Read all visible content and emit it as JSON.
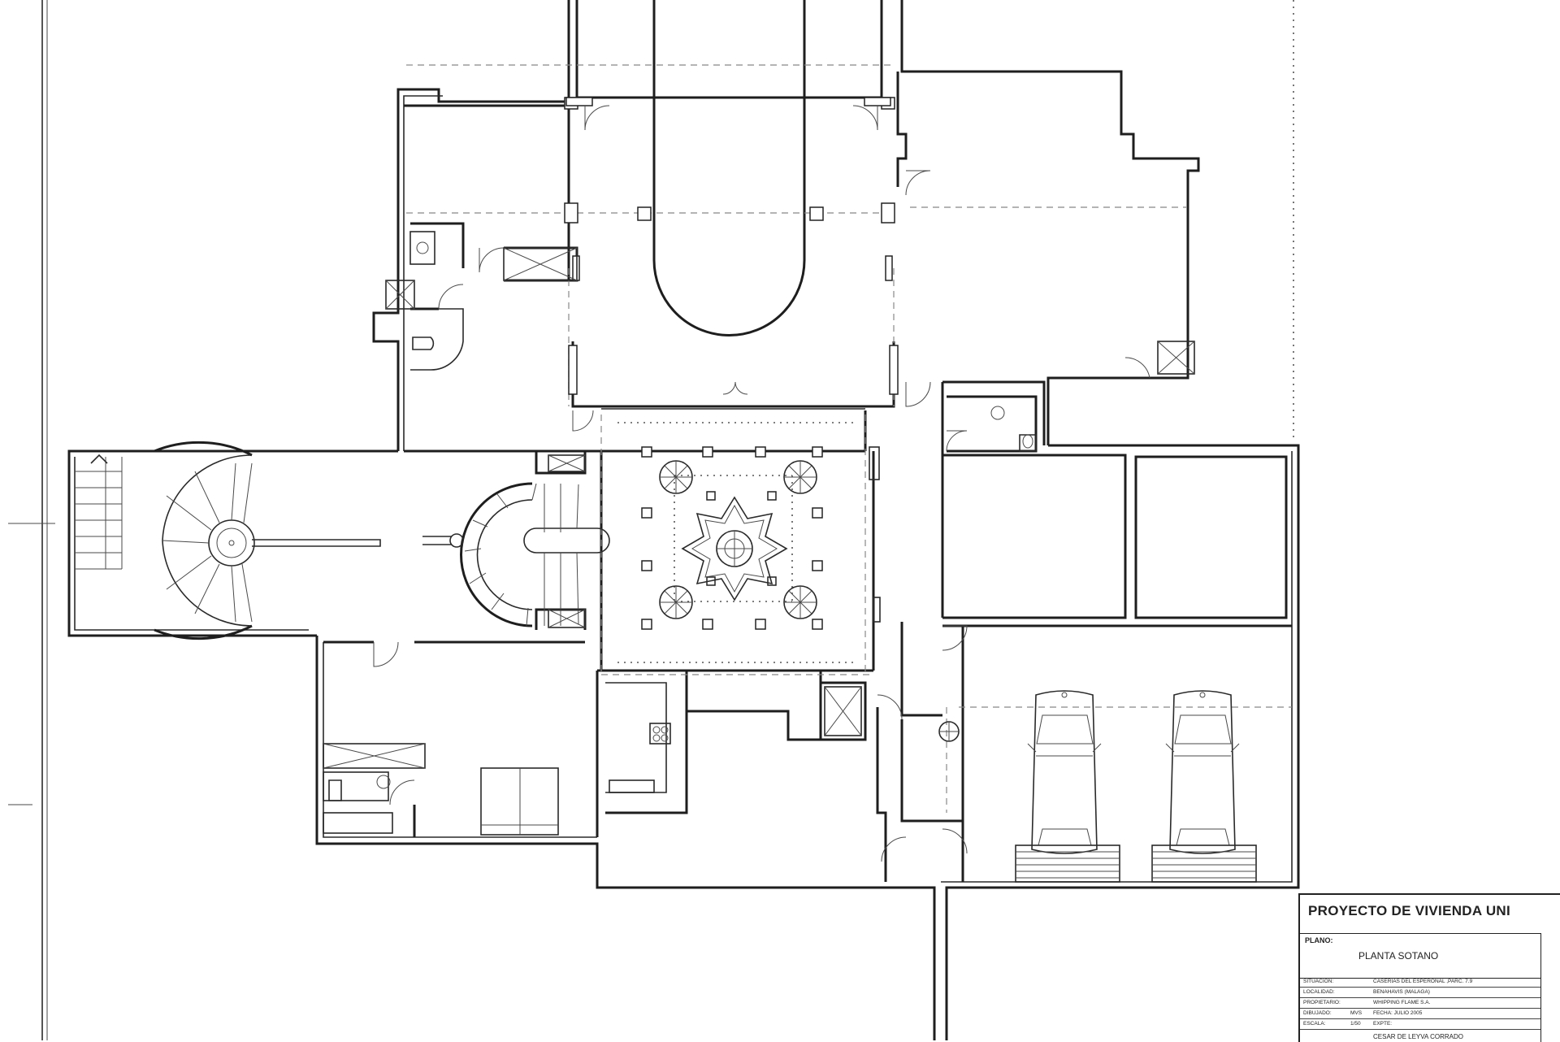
{
  "title_block": {
    "project": "PROYECTO DE VIVIENDA UNI",
    "plano_label": "PLANO:",
    "plano_value": "PLANTA SOTANO",
    "rows": [
      {
        "key": "SITUACION:",
        "mid": "",
        "value": "CASERIAS DEL ESPERONAL ,PARC. 7.9"
      },
      {
        "key": "LOCALIDAD:",
        "mid": "",
        "value": "BENAHAVIS (MALAGA)"
      },
      {
        "key": "PROPIETARIO:",
        "mid": "",
        "value": "WHIPPING FLAME S.A."
      },
      {
        "key": "DIBUJADO:",
        "mid": "MVS",
        "value": "FECHA: JULIO 2005"
      },
      {
        "key": "ESCALA:",
        "mid": "1/50",
        "value": "EXPTE:"
      }
    ],
    "bottom_text": "CESAR DE LEYVA CORRADO"
  },
  "plan": {
    "line_color": "#1e1e1e",
    "background": "#ffffff"
  }
}
